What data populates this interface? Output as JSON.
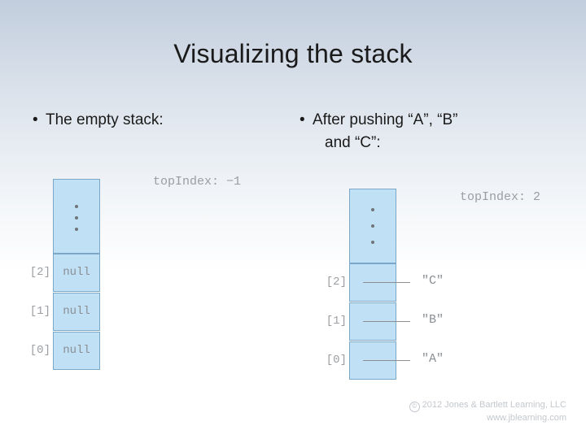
{
  "slide": {
    "title": "Visualizing the stack",
    "bullet_marker": "•",
    "bullets": [
      {
        "text": "The empty stack:"
      },
      {
        "text": "After pushing “A”, “B”",
        "continuation": "and “C”:"
      }
    ]
  },
  "figures": {
    "empty_stack": {
      "top_index_text": "topIndex: −1",
      "indices": [
        "[2]",
        "[1]",
        "[0]"
      ],
      "cell_values": [
        "null",
        "null",
        "null"
      ],
      "ellipsis_dots": 3
    },
    "pushed_stack": {
      "top_index_text": "topIndex: 2",
      "indices": [
        "[2]",
        "[1]",
        "[0]"
      ],
      "cell_values": [
        "",
        "",
        ""
      ],
      "value_labels": [
        "\"C\"",
        "\"B\"",
        "\"A\""
      ],
      "ellipsis_dots": 3
    }
  },
  "colors": {
    "cell_fill": "#bfe0f5",
    "cell_border": "#7ba7c9",
    "text": "#1a1a1a",
    "muted": "#8b8f93",
    "footer": "#c3c8cd"
  },
  "footer": {
    "copyright_symbol": "©",
    "line1": "2012 Jones & Bartlett Learning, LLC",
    "line2": "www.jblearning.com"
  }
}
